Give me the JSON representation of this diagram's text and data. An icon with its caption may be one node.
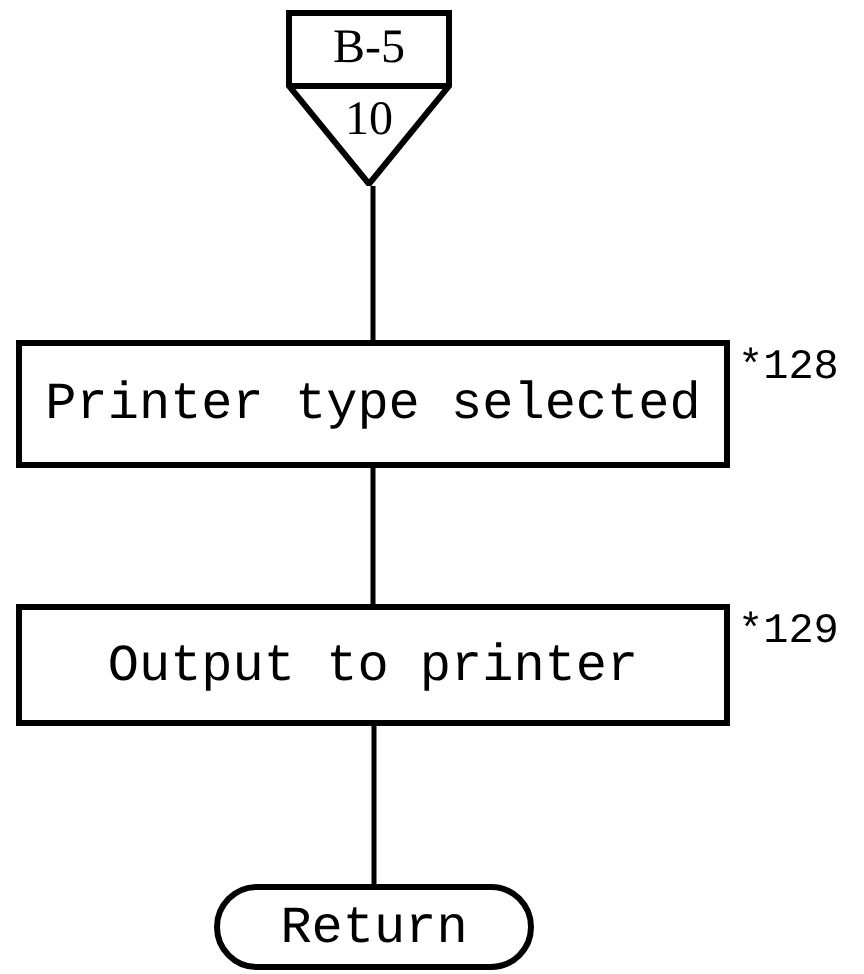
{
  "diagram": {
    "nodes": [
      {
        "text": [
          "B-5",
          "10"
        ]
      },
      {
        "text": [
          "Printer type selected"
        ],
        "beside": [
          "*128"
        ]
      },
      {
        "text": [
          "Output to printer"
        ],
        "beside": [
          "*129"
        ]
      },
      {
        "text": [
          "Return"
        ]
      }
    ],
    "edges": [
      {
        "from": 0,
        "to": 1,
        "arrow": "none"
      },
      {
        "from": 1,
        "to": 2,
        "arrow": "none"
      },
      {
        "from": 2,
        "to": 3,
        "arrow": "none"
      }
    ]
  }
}
